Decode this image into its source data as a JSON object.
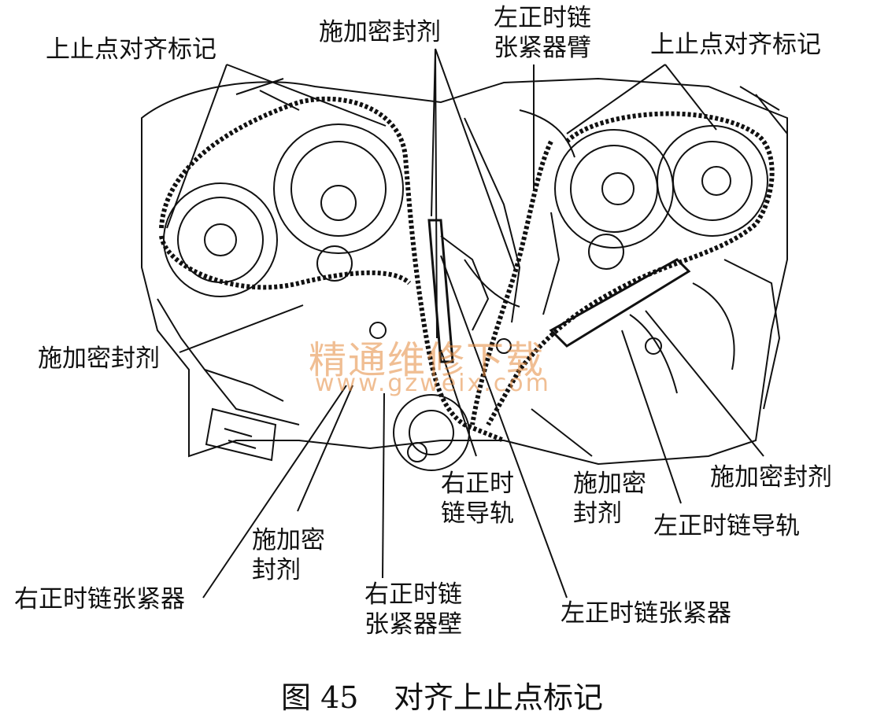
{
  "labels": {
    "tdc_left": "上止点对齐标记",
    "sealant_top": "施加密封剂",
    "left_tensioner_arm": [
      "左正时链",
      "张紧器臂"
    ],
    "tdc_right": "上止点对齐标记",
    "sealant_left": "施加密封剂",
    "sealant_right": "施加密封剂",
    "right_guide": [
      "右正时",
      "链导轨"
    ],
    "sealant_mid": [
      "施加密",
      "封剂"
    ],
    "left_guide": "左正时链导轨",
    "sealant_lower": [
      "施加密",
      "封剂"
    ],
    "right_tensioner": "右正时链张紧器",
    "right_tensioner_wall": [
      "右正时链",
      "张紧器壁"
    ],
    "left_tensioner": "左正时链张紧器"
  },
  "caption": {
    "figure": "图 45",
    "title": "对齐上止点标记"
  },
  "watermark": {
    "cn": "精通维修下载",
    "url": "www.gzweix.com"
  }
}
